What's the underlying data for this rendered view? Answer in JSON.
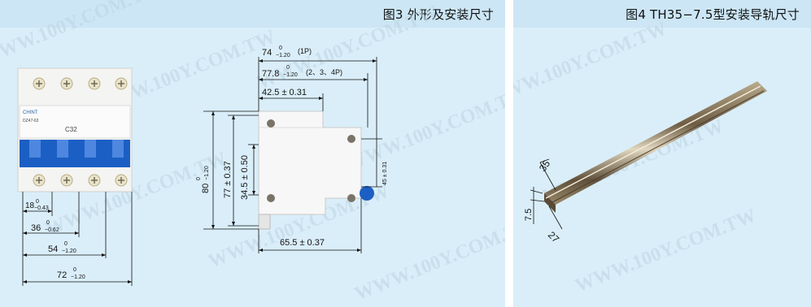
{
  "figure3": {
    "title": "图3 外形及安装尺寸",
    "dims": {
      "w74_main": "74",
      "w74_tol": "0",
      "w74_tol2": "−1.20",
      "w74_note": "(1P)",
      "w77_main": "77.8",
      "w77_tol": "0",
      "w77_tol2": "−1.20",
      "w77_note": "(2、3、4P)",
      "d425": "42.5 ± 0.31",
      "h80_main": "80",
      "h80_tol": "0",
      "h80_tol2": "−1.20",
      "h77": "77 ± 0.37",
      "h345": "34.5 ± 0.50",
      "h45": "45 ± 0.31",
      "d655": "65.5 ± 0.37",
      "w18_main": "18",
      "w18_tol": "0",
      "w18_tol2": "−0.43",
      "w36_main": "36",
      "w36_tol": "0",
      "w36_tol2": "−0.62",
      "w54_main": "54",
      "w54_tol": "0",
      "w54_tol2": "−1.20",
      "w72_main": "72",
      "w72_tol": "0",
      "w72_tol2": "−1.20"
    },
    "breaker_label": "DZ47-63",
    "breaker_brand": "CHINT",
    "breaker_rating": "C32",
    "breaker_color": "#1c5fc4"
  },
  "figure4": {
    "title": "图4 TH35−7.5型安装导轨尺寸",
    "dims": {
      "d35": "35",
      "d75": "7.5",
      "d27": "27"
    },
    "rail_color": "#7a6a52"
  },
  "watermark": "WWW.100Y.COM.TW",
  "colors": {
    "panel_bg": "#daeef9",
    "title_bg": "#cce6f5"
  }
}
